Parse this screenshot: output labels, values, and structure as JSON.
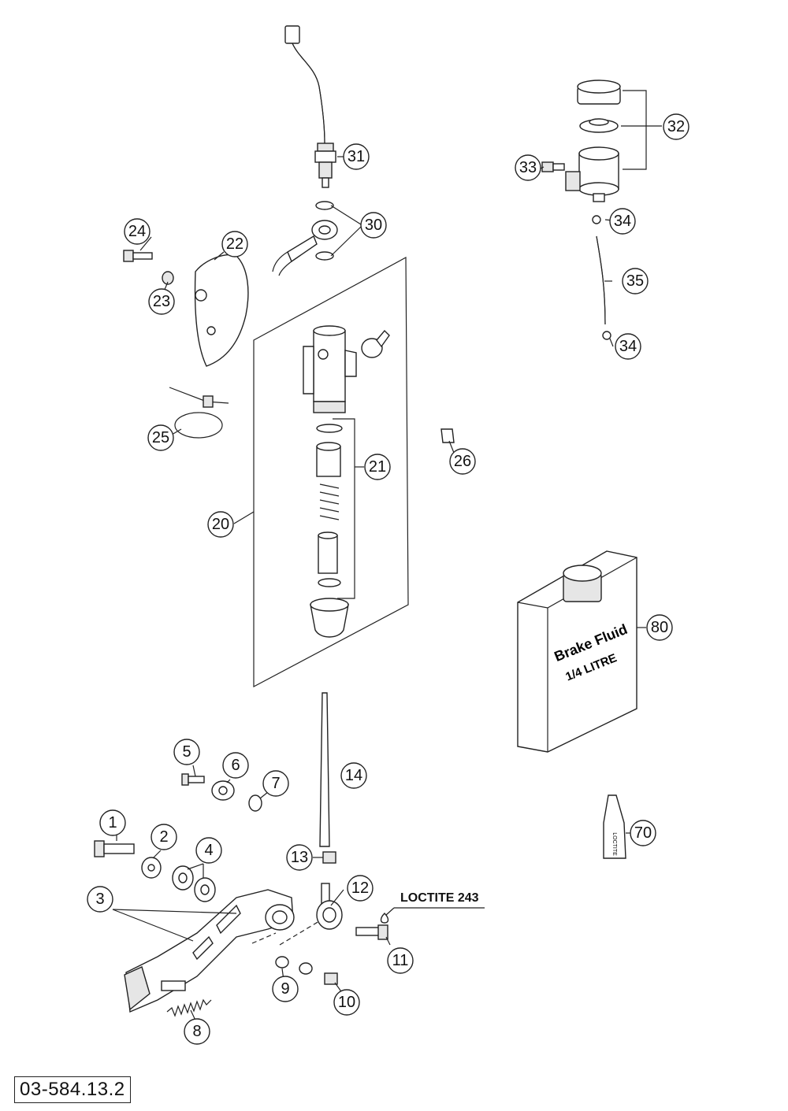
{
  "diagram": {
    "reference_code": "03-584.13.2",
    "note_label": "LOCTITE 243",
    "bottle_text": {
      "line1": "Brake Fluid",
      "line2": "1/4 LITRE"
    },
    "tube_text": "LOCTITE",
    "callouts": [
      "1",
      "2",
      "3",
      "4",
      "5",
      "6",
      "7",
      "8",
      "9",
      "10",
      "11",
      "12",
      "13",
      "14",
      "20",
      "21",
      "22",
      "23",
      "24",
      "25",
      "26",
      "30",
      "31",
      "32",
      "33",
      "34",
      "34",
      "35",
      "70",
      "80"
    ]
  }
}
